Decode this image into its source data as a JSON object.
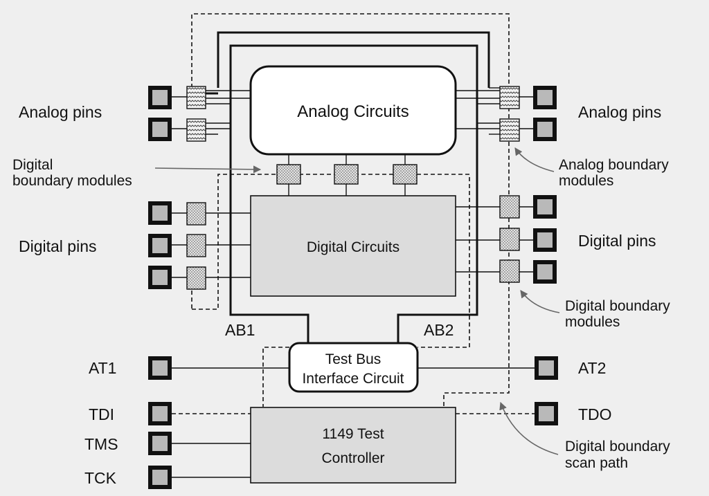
{
  "labels": {
    "analog_pins_left": "Analog pins",
    "analog_pins_right": "Analog pins",
    "analog_circuits": "Analog Circuits",
    "digital_boundary_modules_left_1": "Digital",
    "digital_boundary_modules_left_2": "boundary modules",
    "analog_boundary_modules_right_1": "Analog boundary",
    "analog_boundary_modules_right_2": "modules",
    "digital_pins_left": "Digital pins",
    "digital_pins_right": "Digital pins",
    "digital_circuits": "Digital Circuits",
    "digital_boundary_modules_right_1": "Digital boundary",
    "digital_boundary_modules_right_2": "modules",
    "ab1": "AB1",
    "ab2": "AB2",
    "test_bus_1": "Test Bus",
    "test_bus_2": "Interface Circuit",
    "at1": "AT1",
    "at2": "AT2",
    "tdi": "TDI",
    "tdo": "TDO",
    "tms": "TMS",
    "tck": "TCK",
    "controller_1": "1149 Test",
    "controller_2": "Controller",
    "scan_path_1": "Digital boundary",
    "scan_path_2": "scan path"
  },
  "colors": {
    "background": "#efefef",
    "line": "#111111",
    "pin_fill": "#b9b9b9",
    "block_fill": "#dcdcdc",
    "analog_block_fill": "#ffffff",
    "arrow": "#666666"
  }
}
